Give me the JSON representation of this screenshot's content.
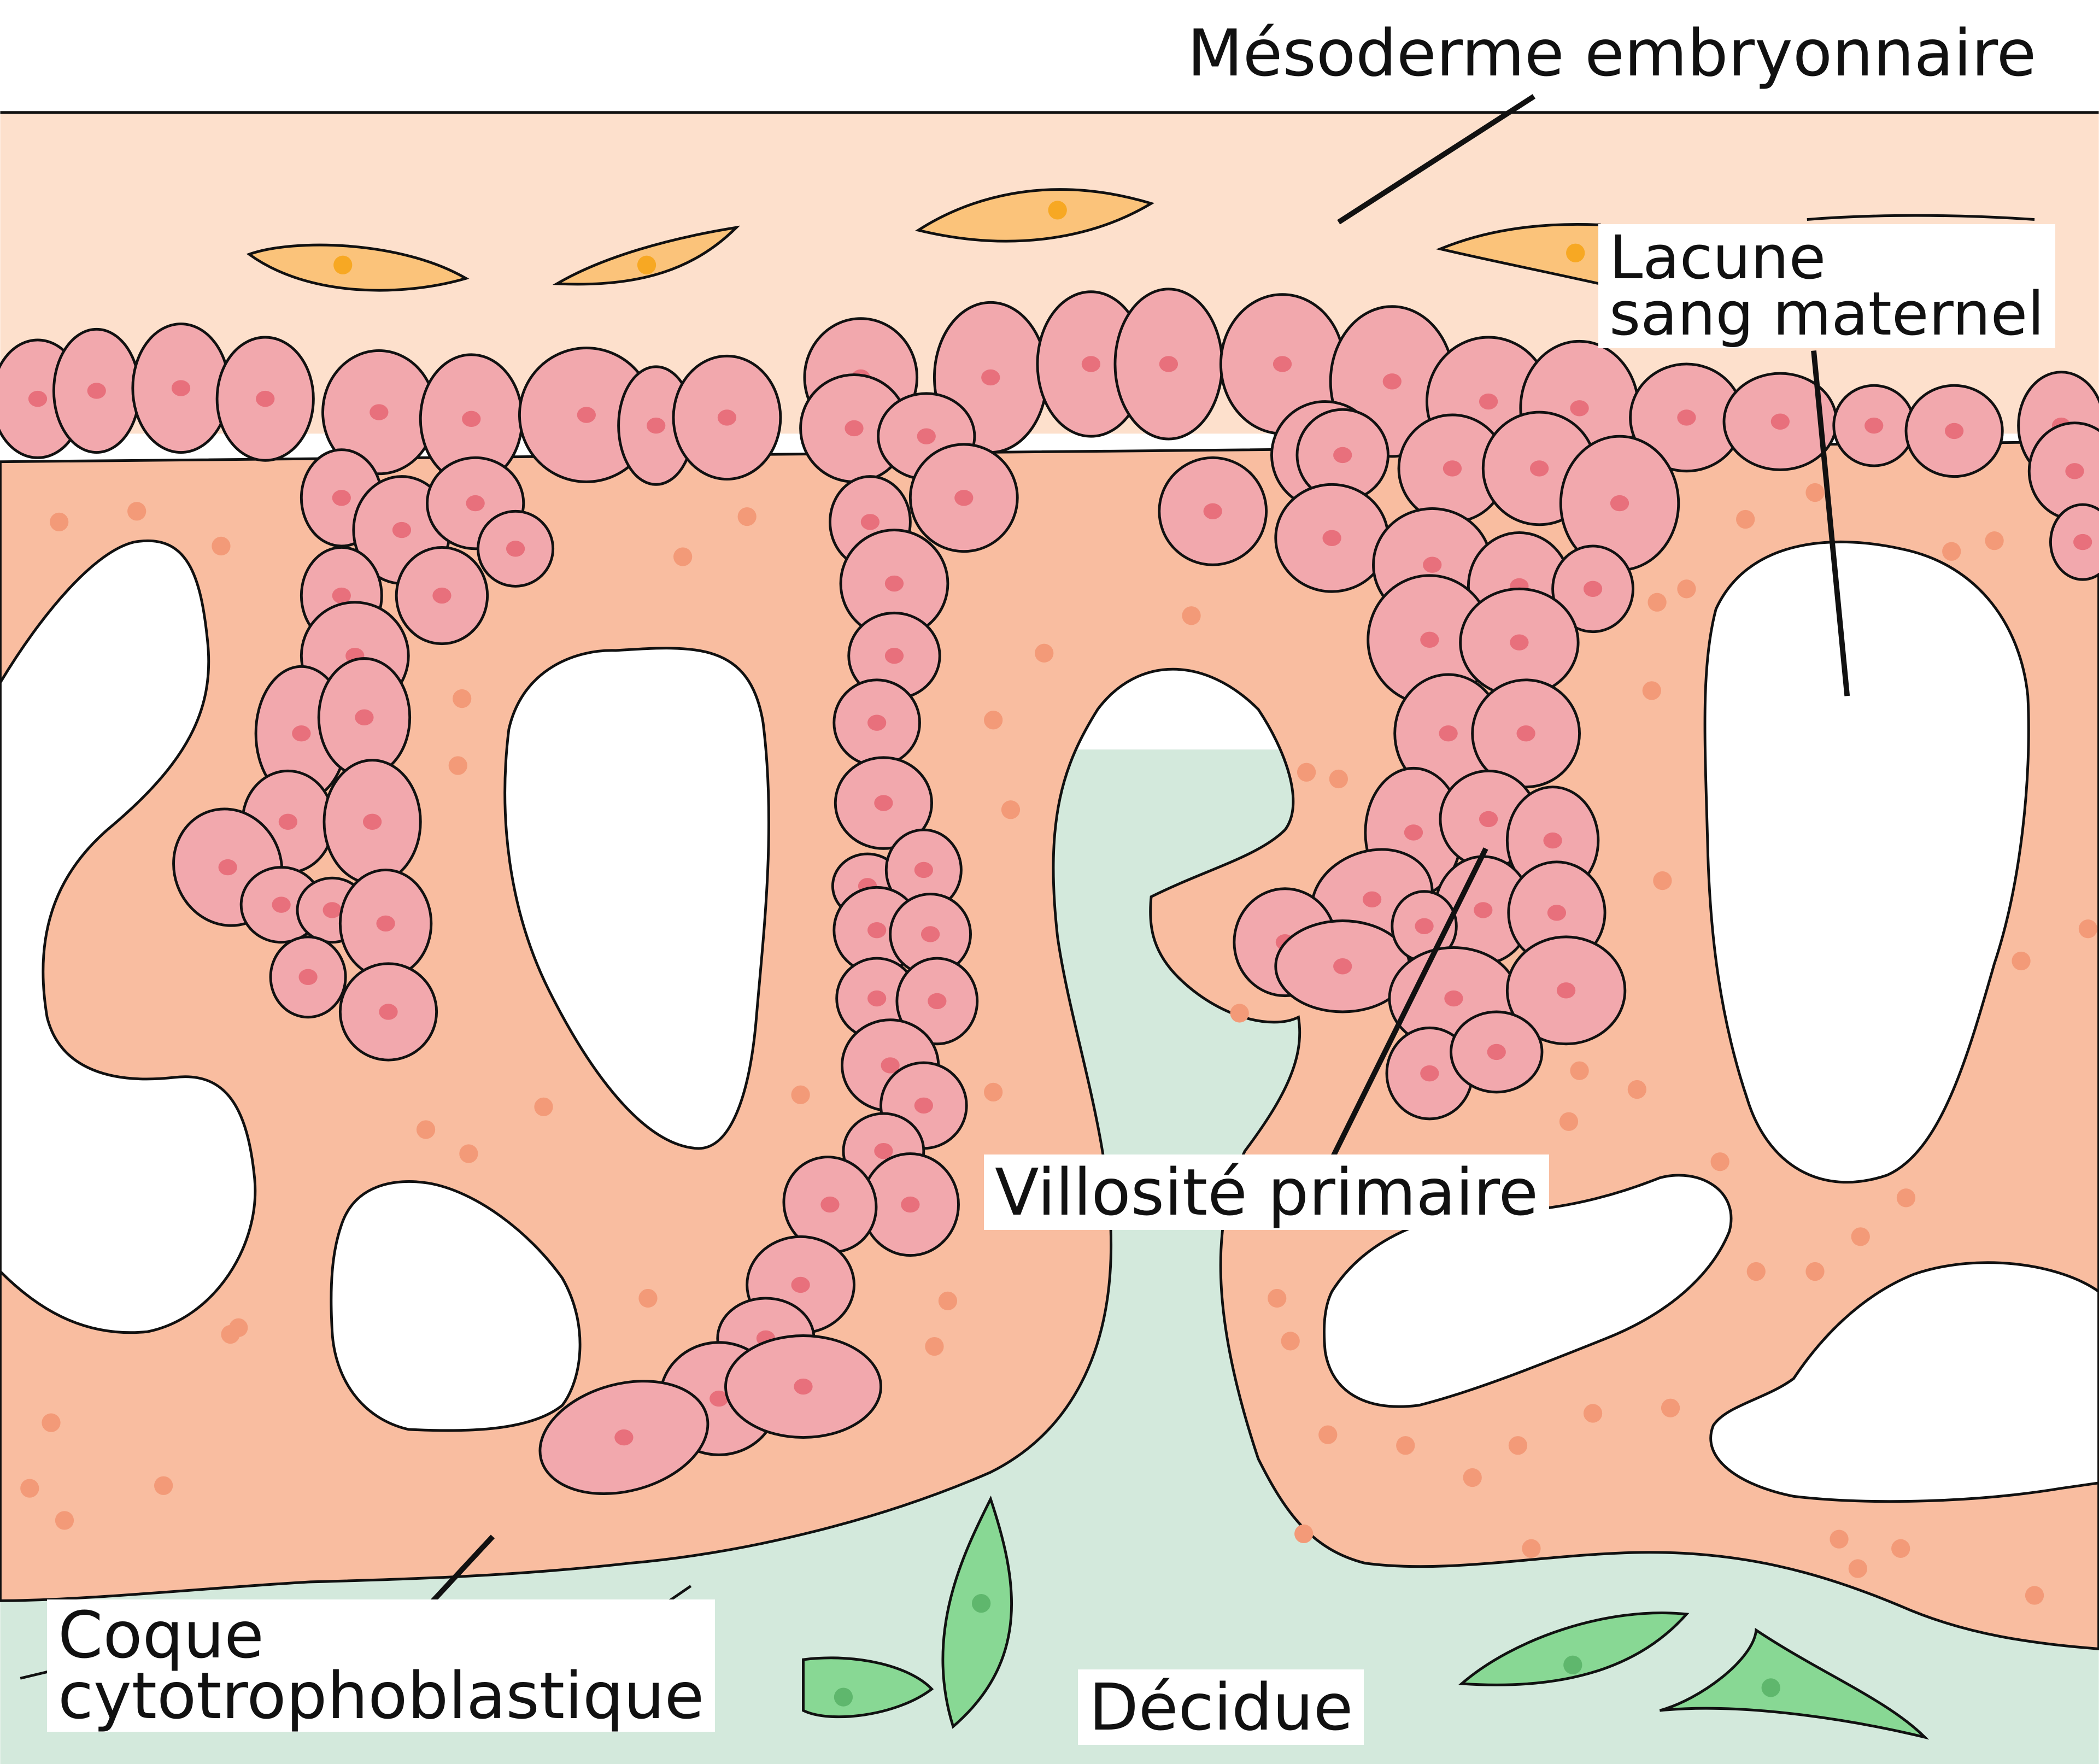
{
  "labels": {
    "mesoderme": "Mésoderme embryonnaire",
    "lacune_line1": "Lacune",
    "lacune_line2": "sang maternel",
    "villosite": "Villosité primaire",
    "coque_line1": "Coque",
    "coque_line2": "cytotrophoblastique",
    "decidue": "Décidue"
  },
  "colors": {
    "mesoderm": "#fde0cc",
    "syncytiotrophoblast": "#f9bda0",
    "cytotrophoblast_cell": "#f2a8ad",
    "cytotrophoblast_nucleus": "#e8707c",
    "decidua": "#d3e9dc",
    "decidual_cell": "#88d894",
    "decidual_nucleus": "#5fb76d",
    "mesoderm_cell": "#fbc37a",
    "mesoderm_nucleus": "#f7a823",
    "syncytium_granule": "#f39a78",
    "lacuna": "#ffffff",
    "outline": "#111111"
  },
  "icons": [
    "mesenchymal-cell-icon",
    "decidual-cell-icon",
    "cytotrophoblast-cell-icon"
  ]
}
